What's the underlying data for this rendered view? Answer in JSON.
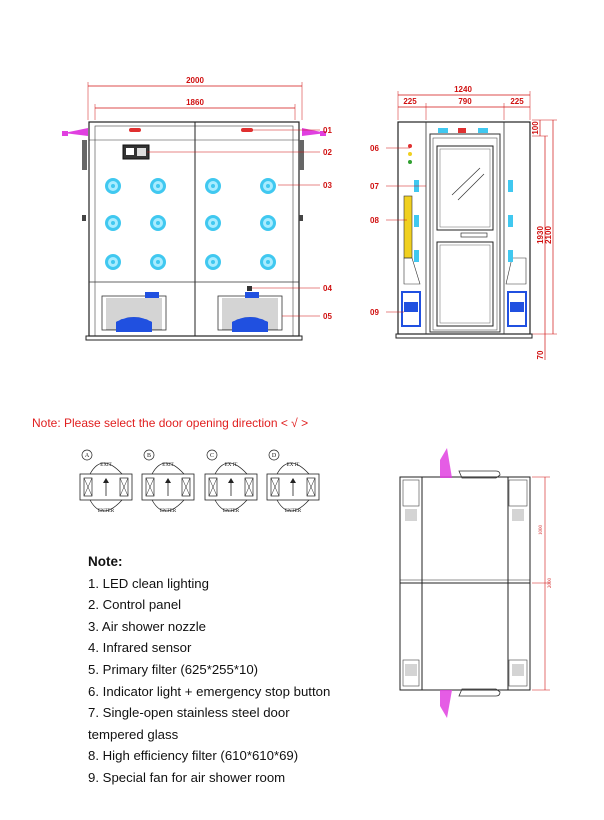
{
  "front_view": {
    "dim_overall": "2000",
    "dim_inner": "1860",
    "callouts": [
      "01",
      "02",
      "03",
      "04",
      "05"
    ]
  },
  "side_view": {
    "dim_overall": "1240",
    "dim_left": "225",
    "dim_center": "790",
    "dim_right": "225",
    "dim_top": "100",
    "dim_h1": "1930",
    "dim_h2": "2100",
    "dim_bottom": "70",
    "callouts": [
      "06",
      "07",
      "08",
      "09"
    ]
  },
  "notice": "Note: Please select the door opening direction < √ >",
  "door_options": [
    {
      "letter": "A",
      "exit": "EXIT",
      "enter": "ENTER"
    },
    {
      "letter": "B",
      "exit": "EXIT",
      "enter": "ENTER"
    },
    {
      "letter": "C",
      "exit": "EX IT",
      "enter": "ENTER"
    },
    {
      "letter": "D",
      "exit": "EX IT",
      "enter": "ENTER"
    }
  ],
  "top_view": {
    "dim_a": "1000",
    "dim_b": "2000"
  },
  "notes": {
    "heading": "Note:",
    "items": [
      "1. LED clean lighting",
      "2. Control panel",
      "3. Air shower nozzle",
      "4. Infrared sensor",
      "5. Primary filter (625*255*10)",
      "6. Indicator light + emergency stop button",
      "7. Single-open stainless steel door",
      "tempered glass",
      "8. High efficiency filter (610*610*69)",
      "9. Special fan for air shower room"
    ]
  },
  "colors": {
    "dim": "#d01010",
    "nozzle": "#40c8f0",
    "fan": "#2050e0",
    "handle": "#e040e0",
    "filter": "#f0d020"
  }
}
